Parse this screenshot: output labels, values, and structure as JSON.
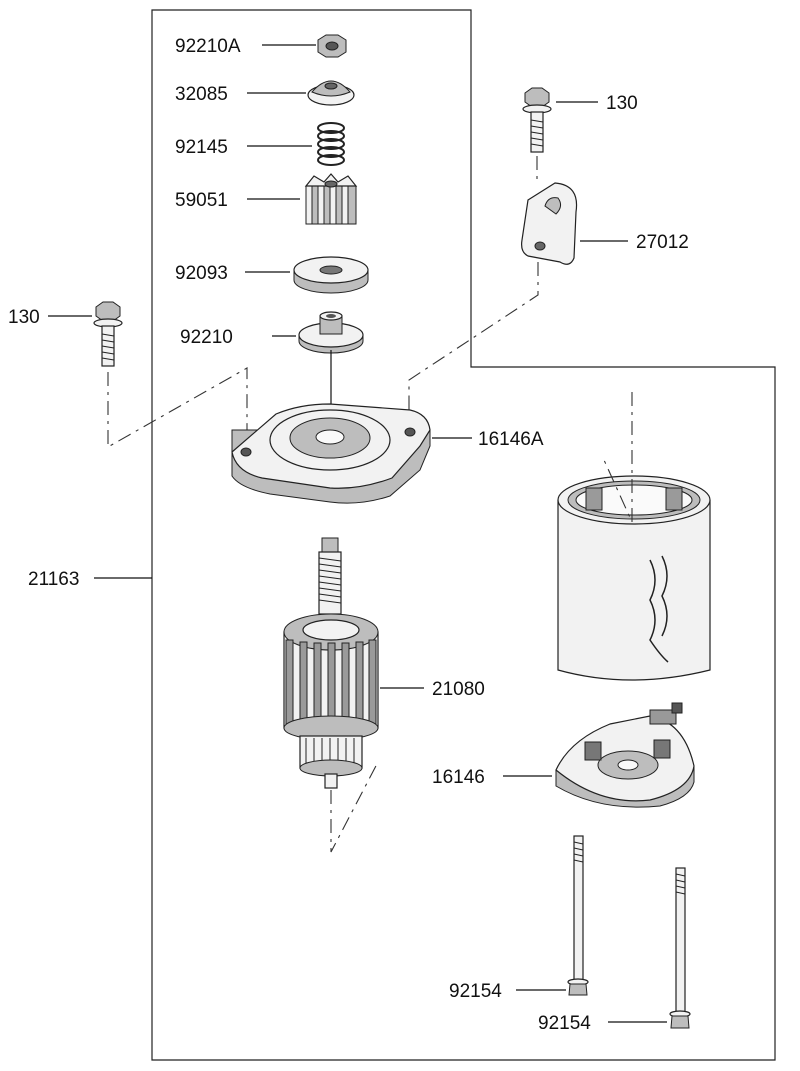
{
  "parts": {
    "p92210a": "92210A",
    "p32085": "32085",
    "p92145": "92145",
    "p59051": "59051",
    "p92093": "92093",
    "p92210": "92210",
    "p130_left": "130",
    "p130_right": "130",
    "p27012": "27012",
    "p16146a": "16146A",
    "p21163": "21163",
    "p21080": "21080",
    "p16146": "16146",
    "p92154_a": "92154",
    "p92154_b": "92154"
  }
}
